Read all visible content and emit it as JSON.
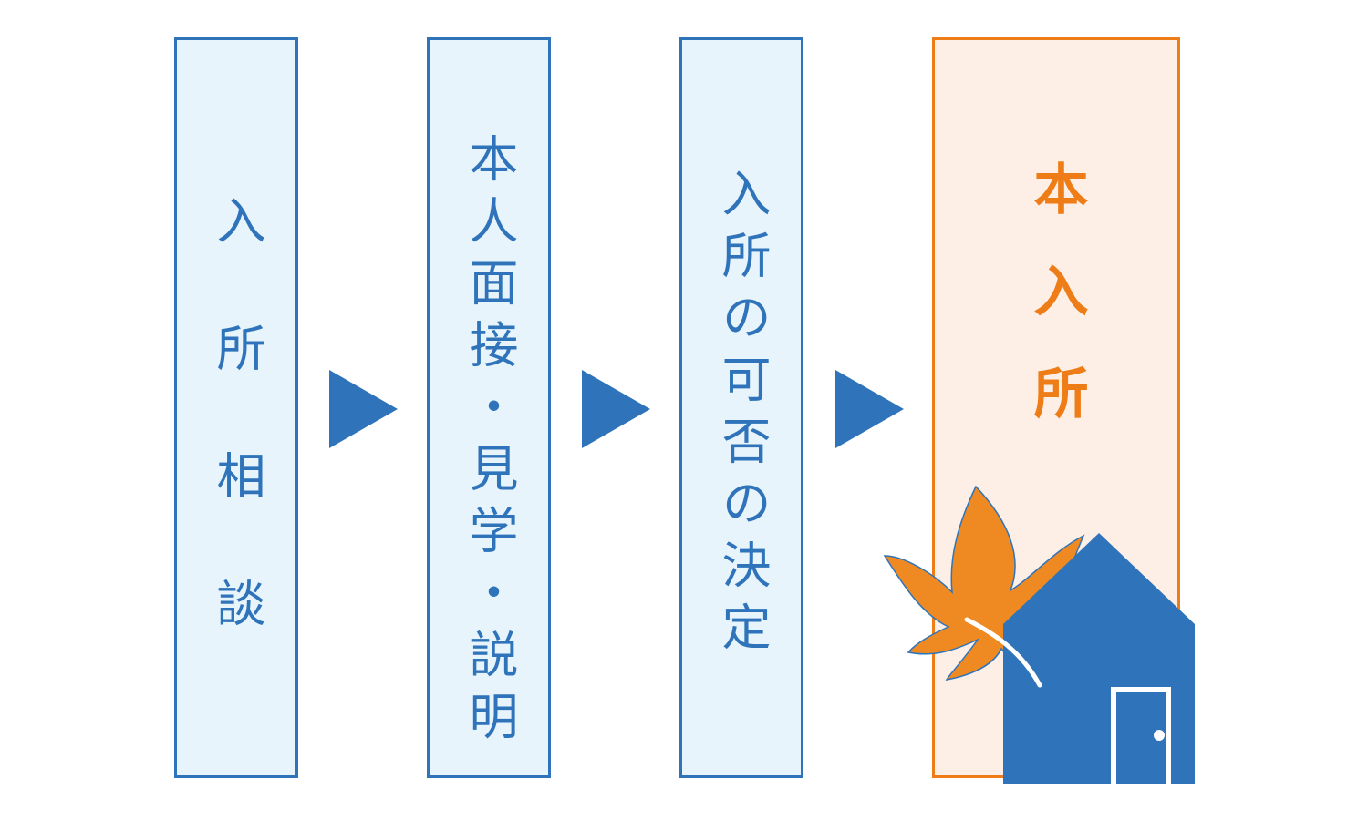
{
  "steps": [
    {
      "label": "入所相談"
    },
    {
      "label": "本人面接・見学・説明"
    },
    {
      "label": "入所の可否の決定"
    },
    {
      "label": "本入所"
    }
  ],
  "colors": {
    "step_blue": "#2f74ba",
    "step_fill": "#e8f4fc",
    "final_orange": "#ee7d17",
    "final_fill": "#fdeee6",
    "leaf_orange": "#ef8a22",
    "house_blue": "#2f74ba"
  },
  "icons": [
    "arrow-right-icon",
    "maple-leaf-icon",
    "house-icon",
    "door-icon"
  ]
}
